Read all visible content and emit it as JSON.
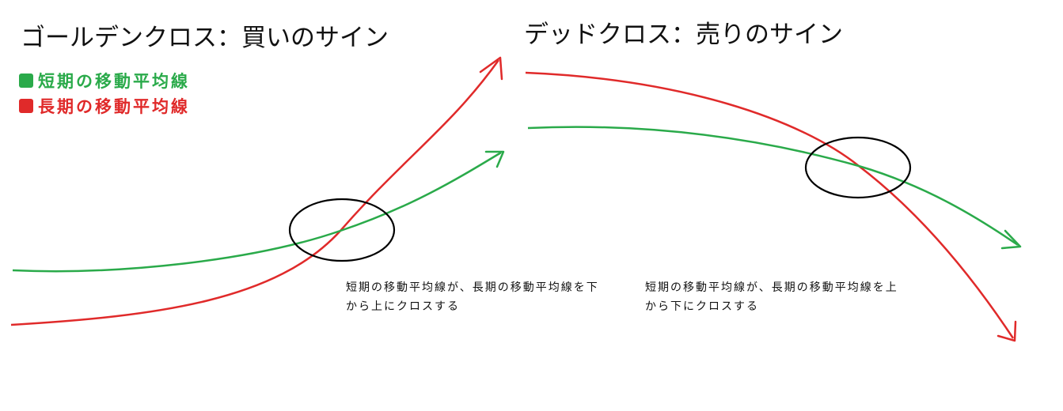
{
  "titles": {
    "golden_cross": "ゴールデンクロス：買いのサイン",
    "dead_cross": "デッドクロス：売りのサイン"
  },
  "legend": {
    "short_term": "短期の移動平均線",
    "long_term": "長期の移動平均線"
  },
  "descriptions": {
    "golden_cross": "短期の移動平均線が、長期の移動平均線を下から上にクロスする",
    "dead_cross": "短期の移動平均線が、長期の移動平均線を上から下にクロスする"
  },
  "colors": {
    "short_term": "#2aaa4a",
    "long_term": "#e02a2a",
    "circle": "#000000"
  }
}
